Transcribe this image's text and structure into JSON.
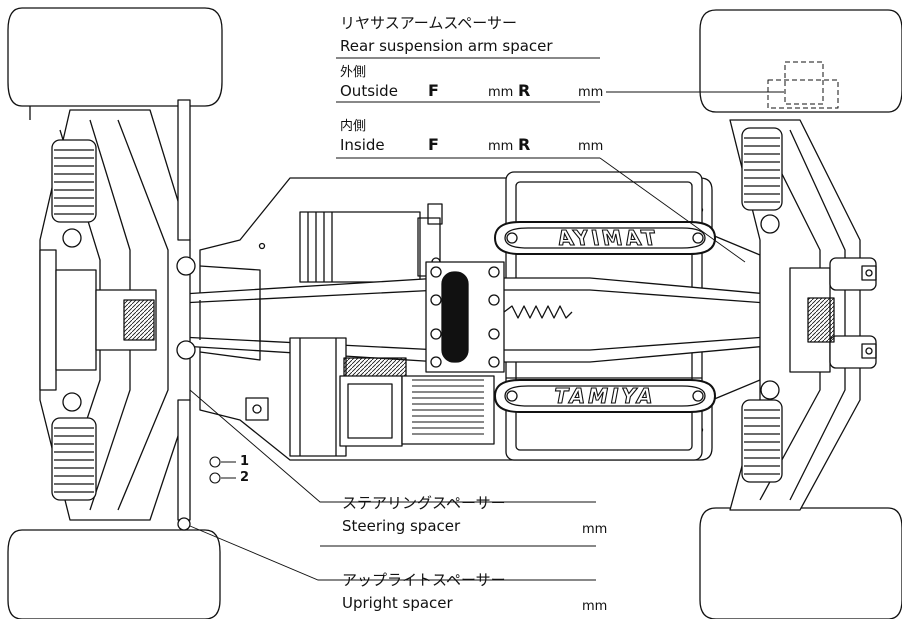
{
  "rear_spacer": {
    "title_jp": "リヤサスアームスペーサー",
    "title_en": "Rear suspension arm spacer",
    "outside": {
      "jp": "外側",
      "en": "Outside",
      "f": "F",
      "mm1": "mm",
      "r": "R",
      "mm2": "mm"
    },
    "inside": {
      "jp": "内側",
      "en": "Inside",
      "f": "F",
      "mm1": "mm",
      "r": "R",
      "mm2": "mm"
    }
  },
  "steering_spacer": {
    "jp": "ステアリングスペーサー",
    "en": "Steering spacer",
    "mm": "mm"
  },
  "upright_spacer": {
    "jp": "アップライトスペーサー",
    "en": "Upright spacer",
    "mm": "mm"
  },
  "hole_labels": [
    "1",
    "2"
  ],
  "logos": [
    "TAMIYA",
    "TAMIYA"
  ],
  "colors": {
    "ink": "#111111",
    "paper": "#ffffff",
    "shade": "#6b6b6b"
  }
}
